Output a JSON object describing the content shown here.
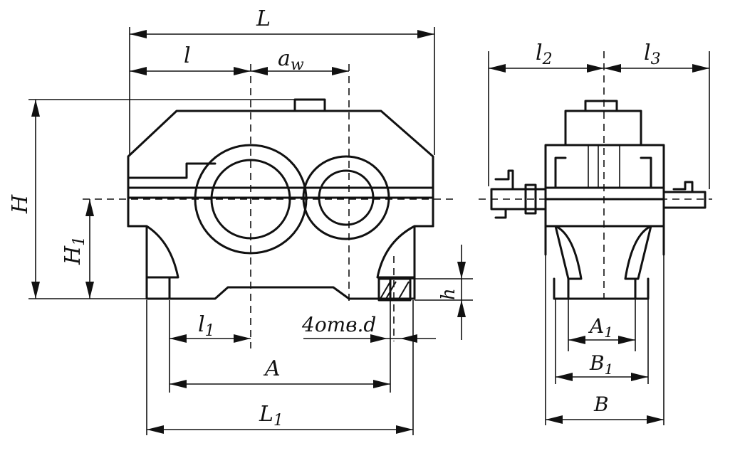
{
  "labels": {
    "L": "L",
    "l": "l",
    "aw_main": "a",
    "aw_sub": "w",
    "l2_main": "l",
    "l2_sub": "2",
    "l3_main": "l",
    "l3_sub": "3",
    "H": "H",
    "H1_main": "H",
    "H1_sub": "1",
    "h": "h",
    "l1_main": "l",
    "l1_sub": "1",
    "holes": "4отв.d",
    "A": "A",
    "L1_main": "L",
    "L1_sub": "1",
    "A1_main": "A",
    "A1_sub": "1",
    "B1_main": "B",
    "B1_sub": "1",
    "B": "B"
  }
}
